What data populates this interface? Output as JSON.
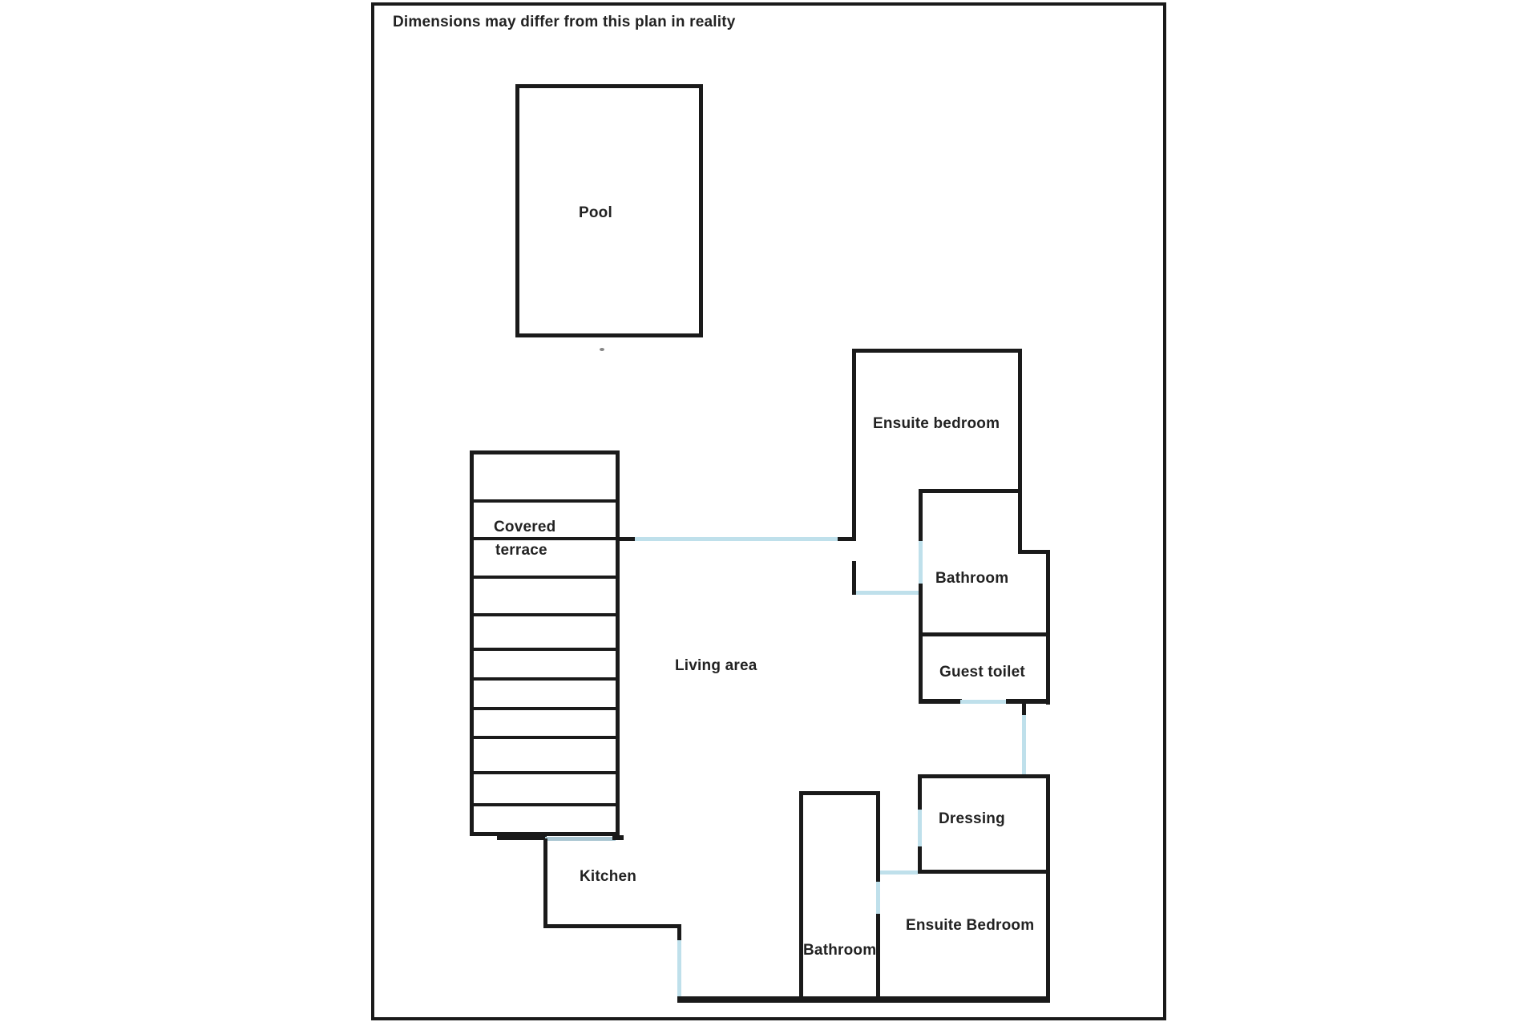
{
  "disclaimer": "Dimensions may differ from this plan in reality",
  "rooms": {
    "pool": "Pool",
    "covered_terrace_line1": "Covered",
    "covered_terrace_line2": "terrace",
    "living_area": "Living area",
    "kitchen": "Kitchen",
    "ensuite_bedroom_top": "Ensuite bedroom",
    "bathroom_top": "Bathroom",
    "guest_toilet": "Guest toilet",
    "dressing": "Dressing",
    "ensuite_bedroom_bottom": "Ensuite Bedroom",
    "bathroom_bottom": "Bathroom"
  },
  "colors": {
    "wall": "#1a1a1a",
    "window": "#bfe0eb",
    "window_shaded": "#a9c6d2",
    "background": "#ffffff",
    "text": "#222222"
  }
}
